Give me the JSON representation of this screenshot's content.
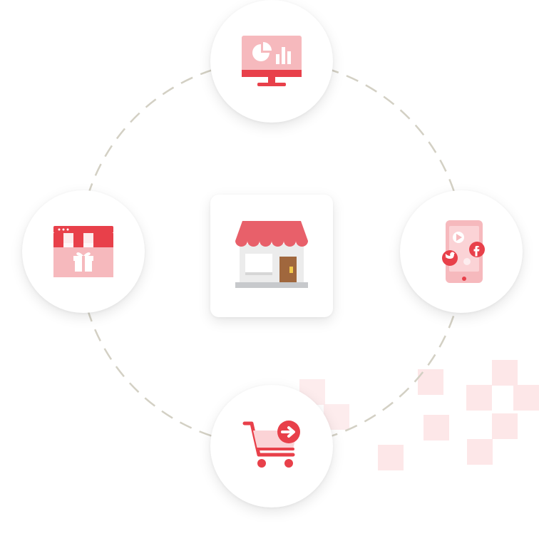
{
  "theme": {
    "primary": "#e8404a",
    "light": "#f6b9bd",
    "pale": "#fde7e8",
    "dash": "#d3d0c4"
  },
  "center": {
    "icon": "storefront-icon"
  },
  "nodes": [
    {
      "id": "node-top",
      "icon": "analytics-monitor-icon"
    },
    {
      "id": "node-right",
      "icon": "social-media-phone-icon"
    },
    {
      "id": "node-bottom",
      "icon": "shopping-cart-checkout-icon"
    },
    {
      "id": "node-left",
      "icon": "gift-shop-icon"
    }
  ]
}
